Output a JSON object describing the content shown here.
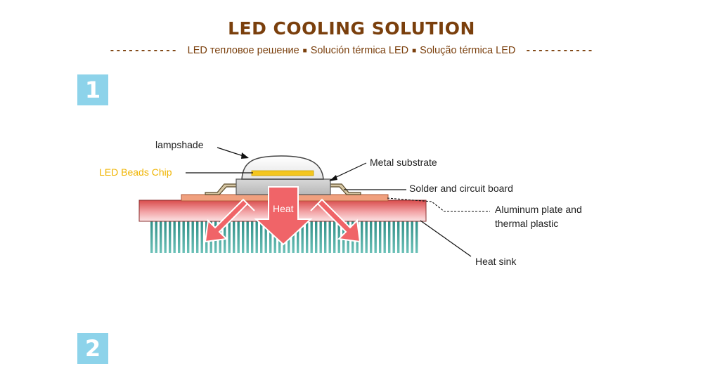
{
  "header": {
    "title": "LED COOLING SOLUTION",
    "dashes": "-----------",
    "bullet": "■",
    "subtitles": [
      "LED тепловое решение",
      "Solución térmica LED",
      "Solução térmica LED"
    ]
  },
  "steps": [
    {
      "number": "1"
    },
    {
      "number": "2"
    }
  ],
  "diagram": {
    "labels": {
      "lampshade": "lampshade",
      "chip": "LED Beads Chip",
      "metal_substrate": "Metal substrate",
      "solder": "Solder and circuit board",
      "aluminum_line1": "Aluminum plate and",
      "aluminum_line2": "thermal plastic",
      "heat_sink": "Heat sink",
      "heat": "Heat"
    }
  },
  "colors": {
    "title": "#7a3f0c",
    "subtitle": "#7a3f0c",
    "badge_bg": "#8dd3ea",
    "chip_label": "#f0b400",
    "chip": "#f4c61e",
    "label_text": "#222222",
    "heat_arrow": "#f06468",
    "plate_top": "#d94b4b",
    "fins": "#3d9c93"
  }
}
